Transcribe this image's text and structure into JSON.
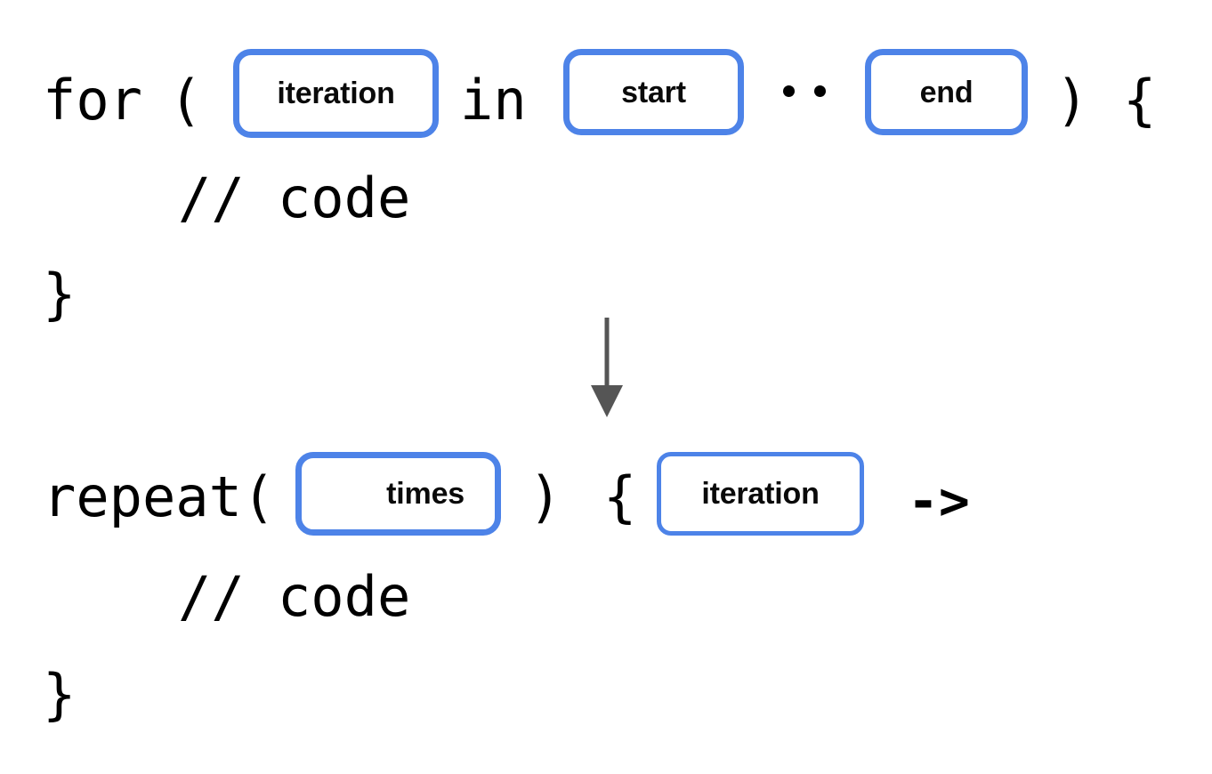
{
  "diagram": {
    "title": "for-loop to repeat transformation",
    "accent_color": "#4d83e8",
    "arrow_color": "#555555",
    "text_color": "#000000",
    "background": "#ffffff"
  },
  "before": {
    "line1": {
      "keyword": "for",
      "open_paren": "(",
      "slot_variable": "iteration",
      "operator": "in",
      "slot_start": "start",
      "range_operator": "..",
      "slot_end": "end",
      "close_paren": ")",
      "open_brace": "{"
    },
    "line2": {
      "comment": "// code"
    },
    "line3": {
      "close_brace": "}"
    }
  },
  "after": {
    "line1": {
      "function": "repeat(",
      "slot_times": "times",
      "close_paren": ")",
      "open_brace": "{",
      "slot_variable": "iteration",
      "lambda_arrow": "->"
    },
    "line2": {
      "comment": "// code"
    },
    "line3": {
      "close_brace": "}"
    }
  },
  "arrow": {
    "icon": "arrow-down-icon",
    "direction": "down"
  }
}
